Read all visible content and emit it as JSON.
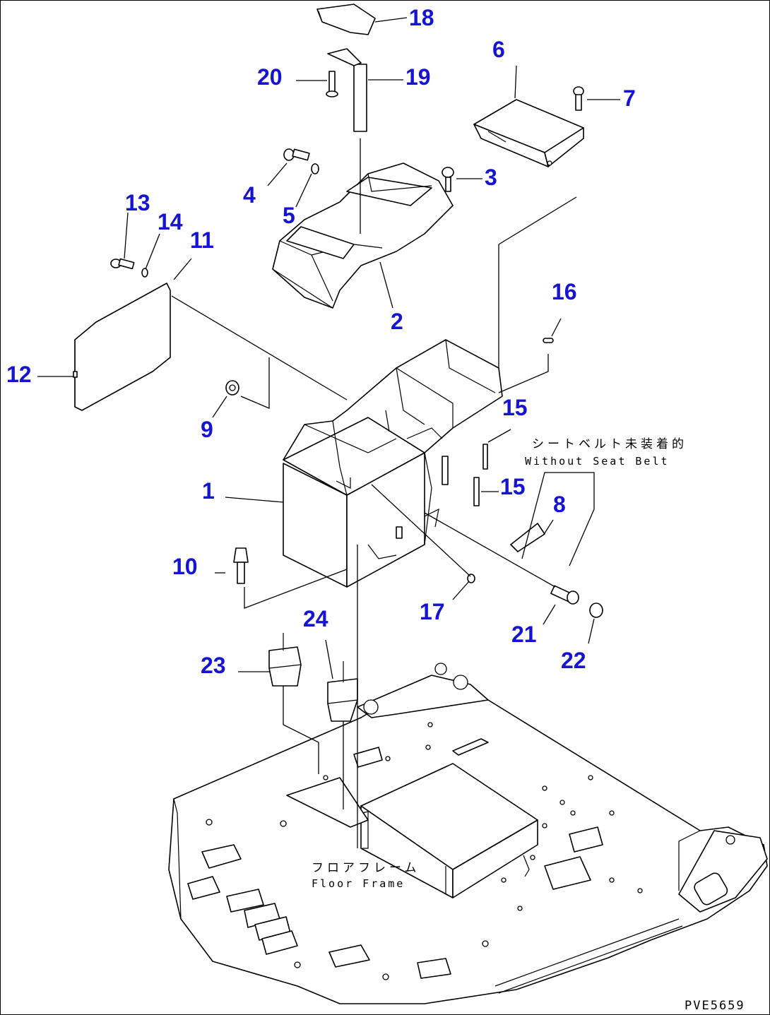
{
  "callouts": [
    "1",
    "2",
    "3",
    "4",
    "5",
    "6",
    "7",
    "8",
    "9",
    "10",
    "11",
    "12",
    "13",
    "14",
    "15",
    "15",
    "16",
    "17",
    "18",
    "19",
    "20",
    "21",
    "22",
    "23",
    "24"
  ],
  "notes": {
    "without_seat_belt_jp": "シートベルト未装着的",
    "without_seat_belt_en": "Without Seat Belt",
    "floor_frame_jp": "フロアフレーム",
    "floor_frame_en": "Floor Frame"
  },
  "drawing_code": "PVE5659",
  "colors": {
    "callout": "#1414d2",
    "line": "#000000",
    "background": "#ffffff"
  }
}
